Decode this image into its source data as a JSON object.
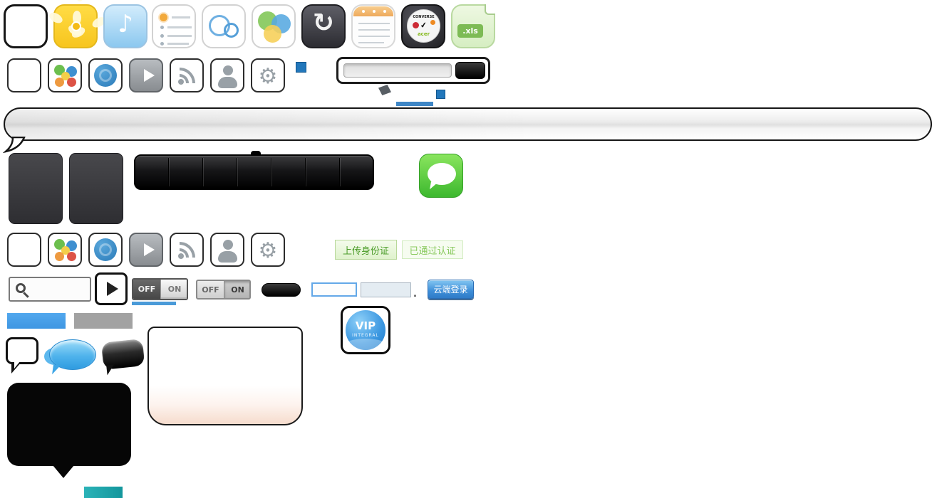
{
  "buttons": {
    "upload_id": "上传身份证",
    "verified": "已通过认证",
    "cloud_login": "云端登录"
  },
  "toggles": {
    "t1_off": "OFF",
    "t1_on": "ON",
    "t2_off": "OFF",
    "t2_on": "ON"
  },
  "vip": {
    "title": "VIP",
    "subtitle": "INTEGRAL"
  },
  "xls": {
    "label": ".xls"
  },
  "brands": {
    "line1": "CONVERSE",
    "line2": "acer"
  },
  "misc": {
    "dot": ".",
    "sync_glyph": "↻",
    "note_glyph": "♪",
    "gear_glyph": "⚙",
    "check_glyph": "✔"
  },
  "icons": {
    "row1": [
      "blank-app-icon",
      "flower-icon",
      "music-note-icon",
      "todo-list-icon",
      "circles-outline-icon",
      "chat-bubbles-icon",
      "sync-icon",
      "notepad-icon",
      "brand-collage-icon",
      "xls-file-icon"
    ],
    "small_row": [
      "blank-icon",
      "color-dots-icon",
      "blue-circle-icon",
      "play-icon",
      "rss-icon",
      "person-icon",
      "gear-icon"
    ]
  },
  "colors": {
    "accent_blue": "#3e8fd0",
    "messages_green": "#4fc23a",
    "icon_yellow": "#ffd42e",
    "teal": "#1aa0a8",
    "green_text": "#4a9b28"
  }
}
